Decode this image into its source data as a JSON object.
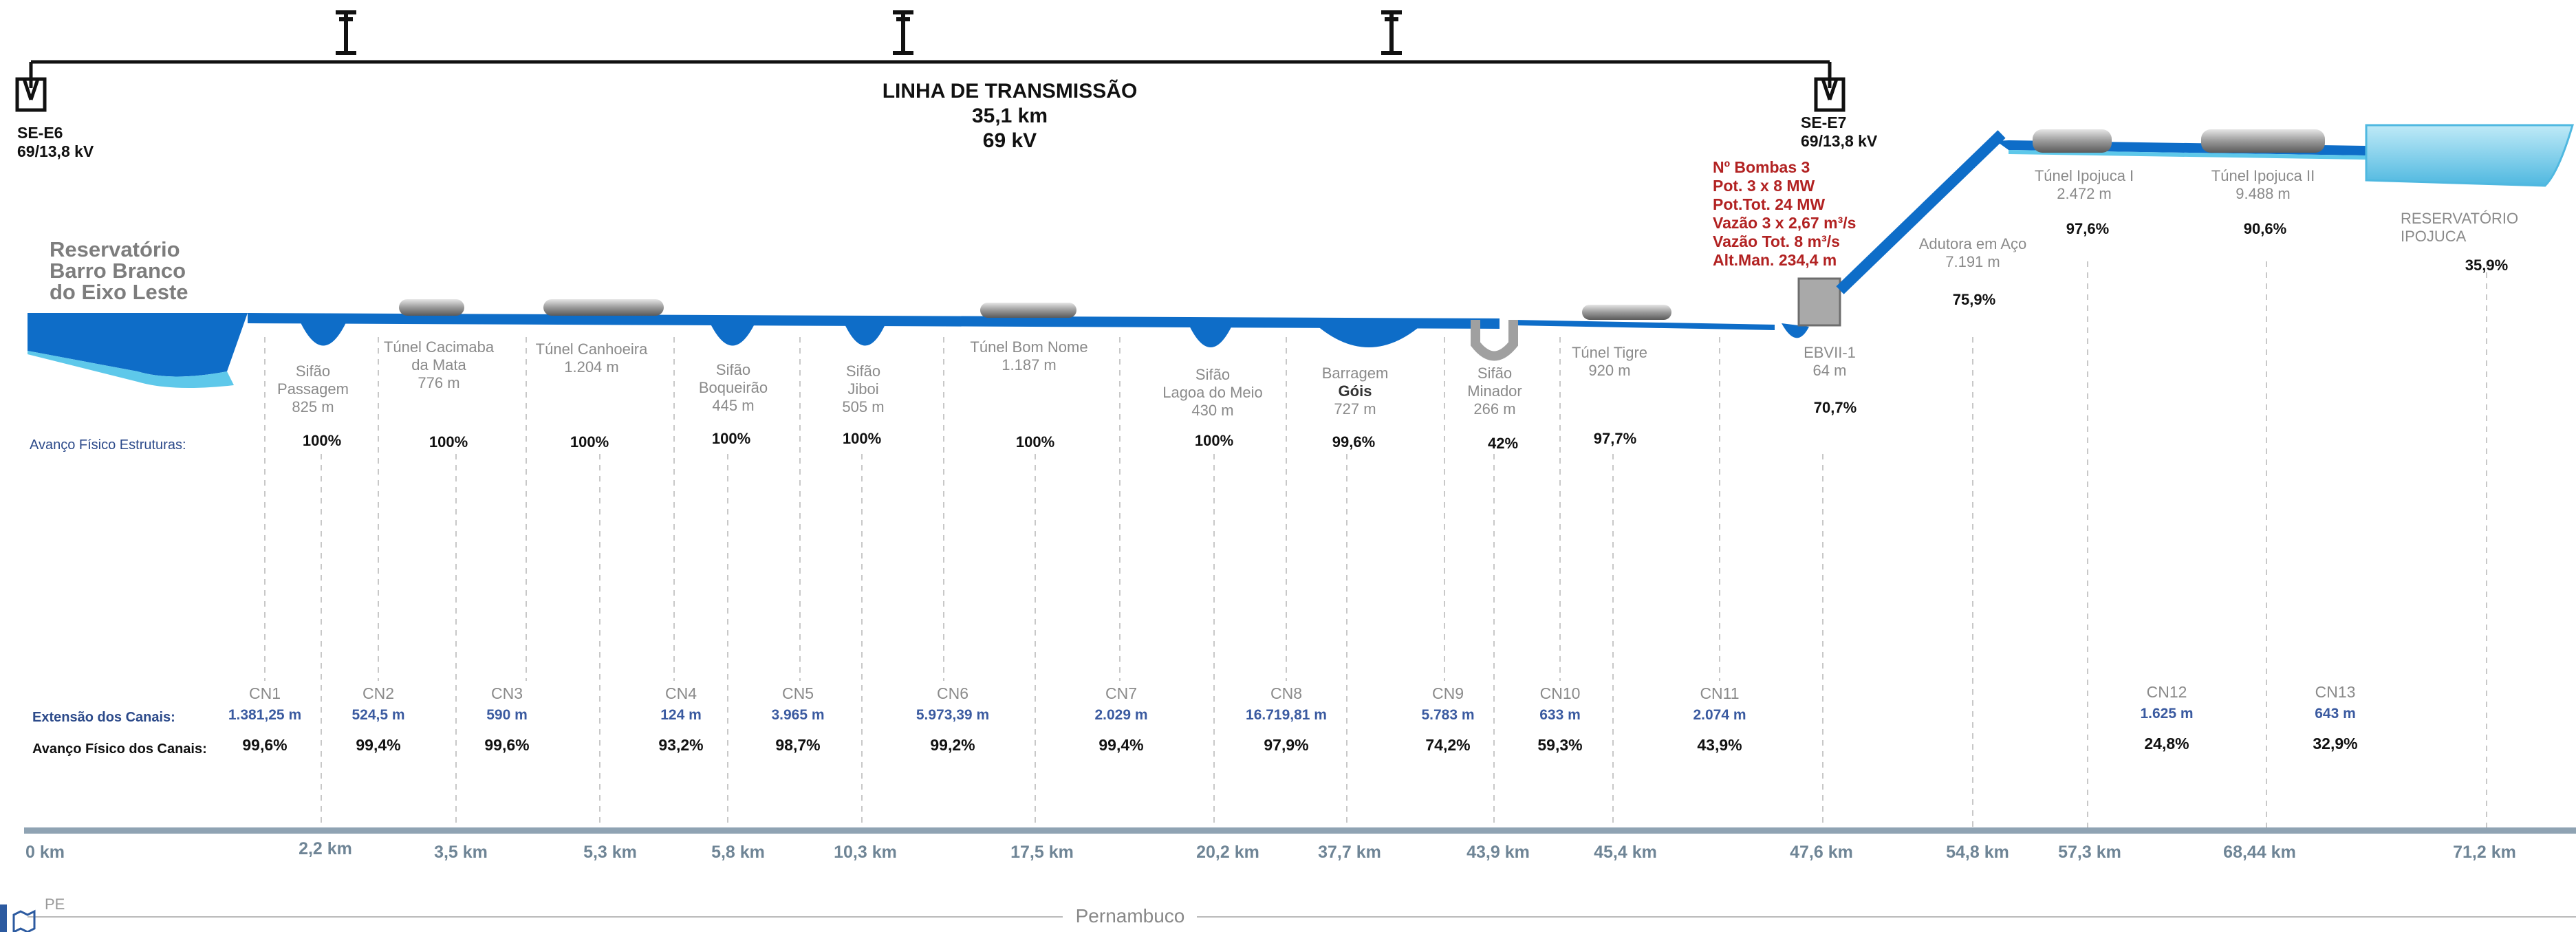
{
  "transmission_line": {
    "title": "LINHA DE TRANSMISSÃO",
    "length": "35,1 km",
    "voltage": "69 kV"
  },
  "substations": [
    {
      "name": "SE-E6",
      "voltage": "69/13,8 kV"
    },
    {
      "name": "SE-E7",
      "voltage": "69/13,8 kV"
    }
  ],
  "reservoir_start": {
    "line1": "Reservatório",
    "line2": "Barro Branco",
    "line3": "do Eixo Leste"
  },
  "reservoir_end": {
    "line1": "RESERVATÓRIO",
    "line2": "IPOJUCA",
    "pct": "35,9%"
  },
  "pump_station": {
    "specs": [
      "Nº Bombas 3",
      "Pot. 3 x 8 MW",
      "Pot.Tot. 24 MW",
      "Vazão 3 x 2,67 m³/s",
      "Vazão Tot. 8 m³/s",
      "Alt.Man. 234,4 m"
    ],
    "name": "EBVII-1",
    "length": "64 m",
    "pct": "70,7%"
  },
  "structures_row_label": "Avanço Físico Estruturas:",
  "structures": [
    {
      "lines": [
        "Sifão",
        "Passagem",
        "825 m"
      ],
      "pct": "100%"
    },
    {
      "lines": [
        "Túnel Cacimaba",
        "da Mata",
        "776 m"
      ],
      "pct": "100%"
    },
    {
      "lines": [
        "Túnel Canhoeira",
        "1.204 m"
      ],
      "pct": "100%"
    },
    {
      "lines": [
        "Sifão",
        "Boqueirão",
        "445 m"
      ],
      "pct": "100%"
    },
    {
      "lines": [
        "Sifão",
        "Jiboi",
        "505 m"
      ],
      "pct": "100%"
    },
    {
      "lines": [
        "Túnel Bom Nome",
        "1.187 m"
      ],
      "pct": "100%"
    },
    {
      "lines": [
        "Sifão",
        "Lagoa do Meio",
        "430 m"
      ],
      "pct": "100%"
    },
    {
      "lines": [
        "Barragem",
        "Góis",
        "727 m"
      ],
      "pct": "99,6%"
    },
    {
      "lines": [
        "Sifão",
        "Minador",
        "266 m"
      ],
      "pct": "42%"
    },
    {
      "lines": [
        "Túnel Tigre",
        "920 m"
      ],
      "pct": "97,7%"
    },
    {
      "lines": [
        "Adutora em Aço",
        "7.191 m"
      ],
      "pct": "75,9%"
    },
    {
      "lines": [
        "Túnel Ipojuca I",
        "2.472 m"
      ],
      "pct": "97,6%"
    },
    {
      "lines": [
        "Túnel Ipojuca II",
        "9.488 m"
      ],
      "pct": "90,6%"
    }
  ],
  "canals_row_labels": {
    "extension": "Extensão dos Canais:",
    "progress": "Avanço Físico dos Canais:"
  },
  "canals": [
    {
      "name": "CN1",
      "length": "1.381,25 m",
      "pct": "99,6%"
    },
    {
      "name": "CN2",
      "length": "524,5 m",
      "pct": "99,4%"
    },
    {
      "name": "CN3",
      "length": "590 m",
      "pct": "99,6%"
    },
    {
      "name": "CN4",
      "length": "124 m",
      "pct": "93,2%"
    },
    {
      "name": "CN5",
      "length": "3.965 m",
      "pct": "98,7%"
    },
    {
      "name": "CN6",
      "length": "5.973,39 m",
      "pct": "99,2%"
    },
    {
      "name": "CN7",
      "length": "2.029 m",
      "pct": "99,4%"
    },
    {
      "name": "CN8",
      "length": "16.719,81 m",
      "pct": "97,9%"
    },
    {
      "name": "CN9",
      "length": "5.783 m",
      "pct": "74,2%"
    },
    {
      "name": "CN10",
      "length": "633 m",
      "pct": "59,3%"
    },
    {
      "name": "CN11",
      "length": "2.074 m",
      "pct": "43,9%"
    },
    {
      "name": "CN12",
      "length": "1.625 m",
      "pct": "24,8%"
    },
    {
      "name": "CN13",
      "length": "643 m",
      "pct": "32,9%"
    }
  ],
  "km_markers": [
    "0 km",
    "2,2 km",
    "3,5 km",
    "5,3 km",
    "5,8 km",
    "10,3 km",
    "17,5 km",
    "20,2 km",
    "37,7 km",
    "43,9 km",
    "45,4 km",
    "47,6 km",
    "54,8 km",
    "57,3 km",
    "68,44 km",
    "71,2 km"
  ],
  "footer": {
    "state_code": "PE",
    "state_name": "Pernambuco"
  },
  "colors": {
    "water": "#0e6dc8",
    "water_light": "#5ec8ea",
    "pump_text": "#b22222",
    "axis": "#8fa3b3"
  }
}
